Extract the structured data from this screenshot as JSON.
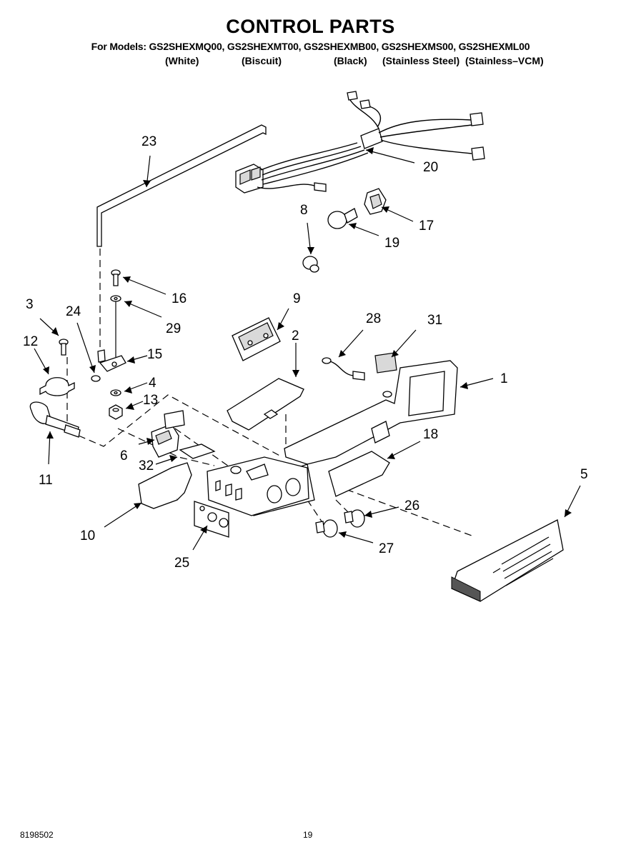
{
  "header": {
    "title": "CONTROL PARTS",
    "models_line": "For Models: GS2SHEXMQ00, GS2SHEXMT00, GS2SHEXMB00, GS2SHEXMS00, GS2SHEXML00",
    "finishes": [
      "(White)",
      "(Biscuit)",
      "(Black)",
      "(Stainless Steel)",
      "(Stainless–VCM)"
    ]
  },
  "callouts": [
    "1",
    "2",
    "3",
    "4",
    "5",
    "6",
    "8",
    "9",
    "10",
    "11",
    "12",
    "13",
    "15",
    "16",
    "17",
    "18",
    "19",
    "20",
    "23",
    "24",
    "25",
    "26",
    "27",
    "28",
    "29",
    "31",
    "32"
  ],
  "footer": {
    "doc_number": "8198502",
    "page_number": "19"
  }
}
